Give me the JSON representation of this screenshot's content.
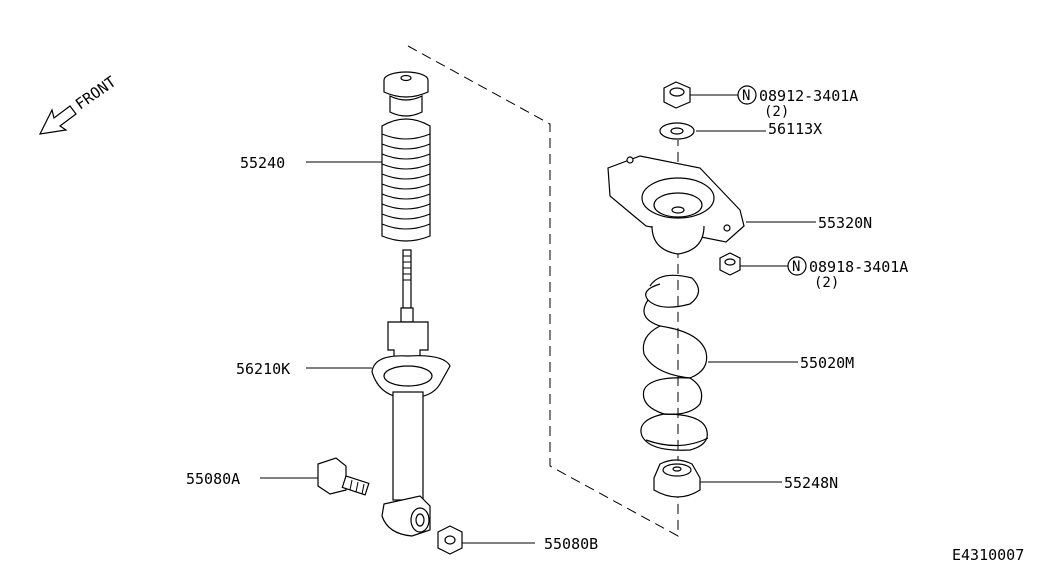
{
  "diagram": {
    "front_label": "FRONT",
    "figure_code": "E4310007",
    "colors": {
      "ink": "#000000",
      "paper": "#ffffff"
    },
    "parts": {
      "bound_bumper_boot": "55240",
      "shock_absorber": "56210K",
      "bolt": "55080A",
      "nut_lower": "55080B",
      "nut_top_number": "08912-3401A",
      "nut_top_qty": "(2)",
      "washer": "56113X",
      "mount": "55320N",
      "nut_mount_number": "08918-3401A",
      "nut_mount_qty": "(2)",
      "coil_spring": "55020M",
      "spring_seat": "55248N"
    },
    "nut_symbol": "N"
  }
}
